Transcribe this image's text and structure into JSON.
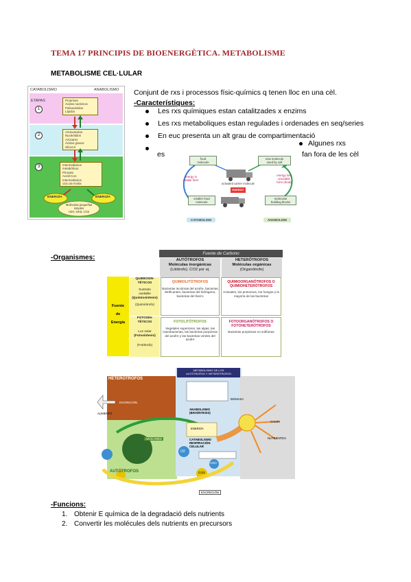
{
  "doc": {
    "title": "TEMA 17 PRINCIPIS DE BIOENERGÈTICA. METABOLISME",
    "subtitle": "METABOLISME CEL·LULAR",
    "intro": "Conjunt de rxs i processos físic-químics q tenen lloc en una cèl.",
    "characteristics_heading": "-Característiques:",
    "bullets": [
      "Les rxs químiques estan catalitzades x enzims",
      "Les rxs metaboliques estan regulades i ordenades en seq/series",
      "En euc presenta un alt grau de compartimentació"
    ],
    "bullet4_start": "es",
    "bullet4_right": "Algunes rxs",
    "bullet4_end": "fan fora de les cèl",
    "organisms_heading": "-Organismes:",
    "functions_heading": "-Funcions:",
    "functions": [
      {
        "n": "1.",
        "text": "Obtenir E química de la degradació dels nutrients"
      },
      {
        "n": "2.",
        "text": "Convertir les molécules dels nutrients en precursors"
      }
    ]
  },
  "fig1": {
    "catabolism": "CATABOLISMO",
    "anabolism": "ANABOLISMO",
    "stages": "ETAPAS",
    "stage_numbers": [
      "1",
      "2",
      "3"
    ],
    "box1": [
      "Proteínas",
      "Ácidos nucleicos",
      "Polisacáridos",
      "Lípidos"
    ],
    "box2": [
      "Aminoácidos",
      "Nucleótidos",
      "Azúcares",
      "Ácidos grasos",
      "Glicerol"
    ],
    "box3": [
      "Intermediarios",
      "metabólicos",
      "Piruvato",
      "Acetil-CoA",
      "Intermediarios",
      "ciclo de Krebs"
    ],
    "energy": "ENERGÍA",
    "small": [
      "Moléculas pequeñas",
      "simples",
      "H2O, NH3, CO2"
    ]
  },
  "fig2": {
    "food": [
      "food",
      "molecule"
    ],
    "new": [
      "new molecule",
      "used by cell"
    ],
    "usable": [
      "energy in",
      "usable form"
    ],
    "unusable": [
      "energy lost",
      "unusable",
      "form (heat)"
    ],
    "center": "activated carrier molecule",
    "energy": "ENERGY",
    "broken": [
      "smaller food",
      "molecule"
    ],
    "building": [
      "molecular",
      "building blocks"
    ],
    "catabolism": "CATABOLISM",
    "anabolism": "ANABOLISM"
  },
  "table": {
    "header": "Fuente de Carbono",
    "autotrofos": [
      "AUTÓTROFOS",
      "Moléculas inorgánicas",
      "(Litótrofo). CO2 por ej."
    ],
    "heterotrofos": [
      "HETERÓTROFOS",
      "Moléculas orgánicas",
      "(Organótrofo)"
    ],
    "side": [
      "Fuente",
      "de",
      "Energía"
    ],
    "chem": [
      "QUIMIOSIN-",
      "TÉTICOS",
      "Sustrato",
      "oxidable",
      "(Quimiosíntesis)",
      "(Quimiótrofo)"
    ],
    "photo": [
      "FOTOSIN-",
      "TÉTICOS",
      "Luz solar",
      "(Fotosíntesis)",
      "(Fotótrofo)"
    ],
    "c1": {
      "h": "QUIMIOLITÓTROFOS",
      "t": "Bacterias incoloras del azufre, bacterias nitrificantes, bacterias del hidrógeno, bacterias del hierro"
    },
    "c2": {
      "h": "QUIMIOORGANÓTROFOS O QUIMIOHETERÓTROFOS",
      "t": "Animales, los protozoos, los hongos y la mayoría de las bacterias"
    },
    "c3": {
      "h": "FOTOLITÓTROFOS",
      "t": "Vegetales superiores, las algas, las cianobacterias, las bacterias purpúreas del azufre y las bacterias verdes del azufre"
    },
    "c4": {
      "h": "FOTOORGANÓTROFOS O FOTOHETERÓTROFOS",
      "t": "Bacterias purpúreas no sulfúreas"
    }
  },
  "fig4": {
    "heterotrofos": "HETERÓTROFOS",
    "autotrofos": "AUTÓTROFOS",
    "top": [
      "METABOLISMO DE LOS",
      "AUTÓTROFOS Y HETERÓTROFOS"
    ],
    "alimento": "ALIMENTO",
    "excrecion": "EXCRECIÓN",
    "anabolismo": [
      "ANABOLISMO",
      "(BIOSÍNTESIS)"
    ],
    "catabolismo": [
      "CATABOLISMO",
      "RESPIRACIÓN",
      "CELULAR"
    ],
    "energia": "ENERGÍA",
    "azucares": "AZÚCARES",
    "bio": "BIOMASA",
    "o2": "O2",
    "co2": "CO2",
    "h2o": "H2O",
    "nutrientes": "NUTRIENTES",
    "calor": "CALOR"
  }
}
